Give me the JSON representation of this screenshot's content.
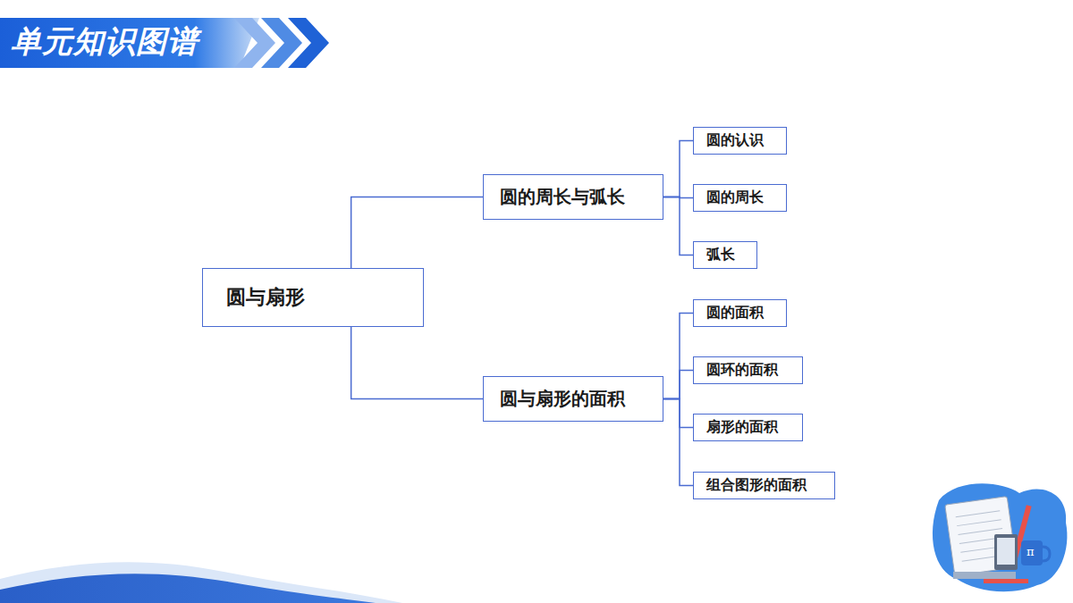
{
  "diagram": {
    "title": "单元知识图谱",
    "nodes": [
      {
        "text": [
          "圆与扇形"
        ]
      },
      {
        "text": [
          "圆的周长与弧长"
        ]
      },
      {
        "text": [
          "圆与扇形的面积"
        ]
      },
      {
        "text": [
          "圆的认识"
        ]
      },
      {
        "text": [
          "圆的周长"
        ]
      },
      {
        "text": [
          "弧长"
        ]
      },
      {
        "text": [
          "圆的面积"
        ]
      },
      {
        "text": [
          "圆环的面积"
        ]
      },
      {
        "text": [
          "扇形的面积"
        ]
      },
      {
        "text": [
          "组合图形的面积"
        ]
      }
    ],
    "edges": [
      {
        "from": 0,
        "to": 1,
        "arrow": "none"
      },
      {
        "from": 0,
        "to": 2,
        "arrow": "none"
      },
      {
        "from": 1,
        "to": 3,
        "arrow": "none"
      },
      {
        "from": 1,
        "to": 4,
        "arrow": "none"
      },
      {
        "from": 1,
        "to": 5,
        "arrow": "none"
      },
      {
        "from": 2,
        "to": 6,
        "arrow": "none"
      },
      {
        "from": 2,
        "to": 7,
        "arrow": "none"
      },
      {
        "from": 2,
        "to": 8,
        "arrow": "none"
      },
      {
        "from": 2,
        "to": 9,
        "arrow": "none"
      }
    ],
    "labels": [
      "π"
    ]
  }
}
